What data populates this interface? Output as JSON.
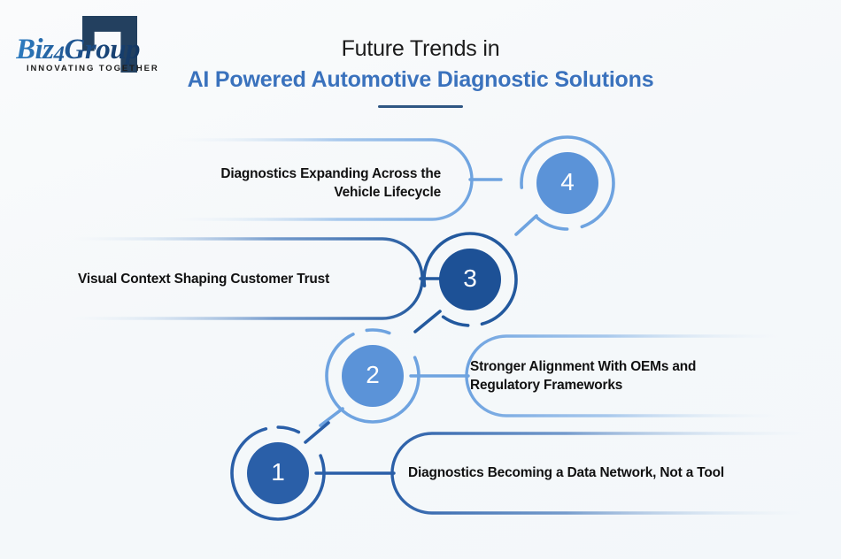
{
  "background": {
    "color": "#f7f9fb"
  },
  "logo": {
    "name": "Biz4Group",
    "word_part1": "Biz",
    "word_part2": "4",
    "word_part3": "Group",
    "tagline": "INNOVATING TOGETHER",
    "mark_color": "#23405f",
    "text_color": "#1f6fb8"
  },
  "header": {
    "title_line1": "Future Trends in",
    "title_line2": "AI Powered Automotive Diagnostic Solutions",
    "accent_color": "#3a72bd",
    "rule_color": "#2f5783"
  },
  "diagram": {
    "type": "numbered-steps",
    "steps": [
      {
        "number": "1",
        "label": "Diagnostics Becoming a Data Network, Not a Tool",
        "circle_color": "#2a5fa8",
        "ring_color": "#2a5fa8",
        "label_side": "right",
        "lines": 1
      },
      {
        "number": "2",
        "label": "Stronger Alignment With OEMs and Regulatory Frameworks",
        "circle_color": "#5b93d8",
        "ring_color": "#6ea3e0",
        "label_side": "right",
        "lines": 2
      },
      {
        "number": "3",
        "label": "Visual Context Shaping Customer Trust",
        "circle_color": "#1d5196",
        "ring_color": "#23599e",
        "label_side": "left",
        "lines": 1
      },
      {
        "number": "4",
        "label": "Diagnostics Expanding Across the Vehicle Lifecycle",
        "circle_color": "#5b93d8",
        "ring_color": "#6ea3e0",
        "label_side": "left",
        "lines": 2
      }
    ],
    "step4_label_line1": "Diagnostics Expanding Across the",
    "step4_label_line2": "Vehicle Lifecycle",
    "step2_label_line1": "Stronger Alignment With OEMs and",
    "step2_label_line2": "Regulatory Frameworks"
  }
}
